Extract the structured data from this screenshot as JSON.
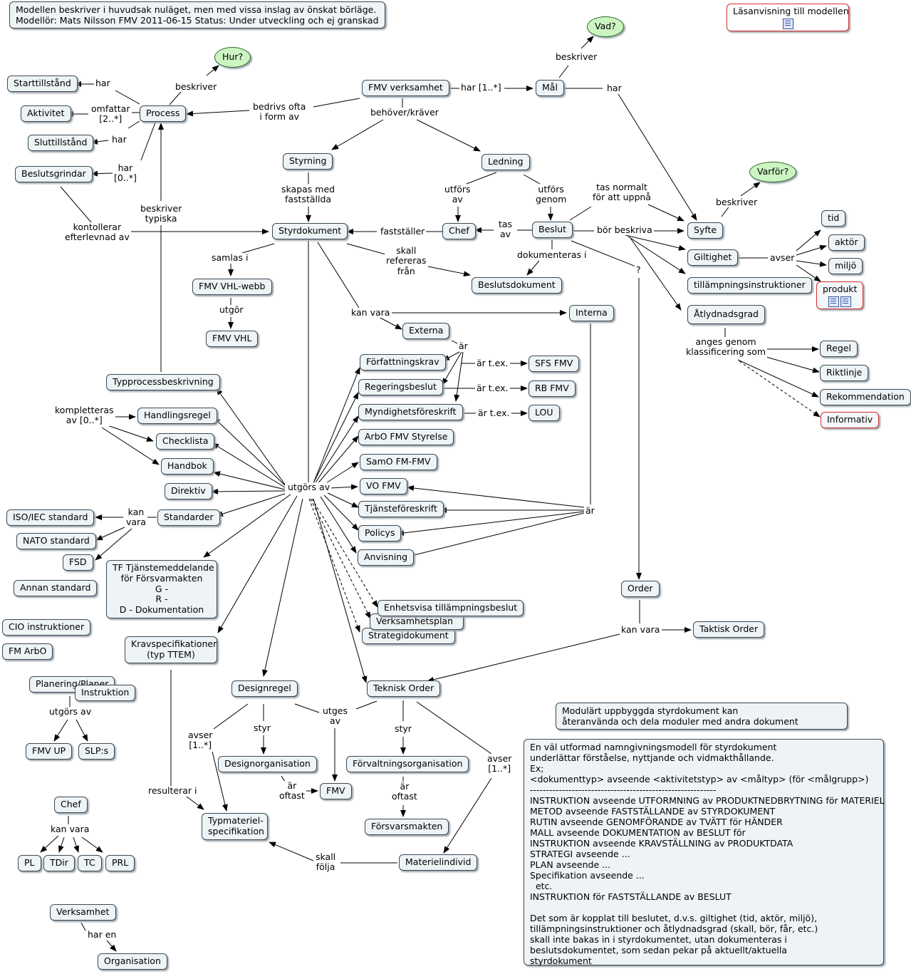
{
  "colors": {
    "node_fill": "#eef3f6",
    "node_border": "#3d4a55",
    "green_fill": "#ccf5c2",
    "red_border": "#d42e2e",
    "line": "#000000"
  },
  "icons": {
    "doc_resource": "document-icon",
    "map_resource": "concept-map-icon"
  },
  "nodes": {
    "header_note": "Modellen beskriver i huvudsak nuläget, men med vissa inslag av önskat börläge.\nModellör: Mats Nilsson FMV 2011-06-15 Status: Under utveckling och ej granskad",
    "lasanvisning": "Läsanvisning till modellen",
    "vad": "Vad?",
    "hur": "Hur?",
    "varfor": "Varför?",
    "starttillstand": "Starttillstånd",
    "aktivitet": "Aktivitet",
    "sluttillstand": "Sluttillstånd",
    "beslutsgrindar": "Beslutsgrindar",
    "process": "Process",
    "fmv_verksamhet": "FMV verksamhet",
    "mal": "Mål",
    "styrning": "Styrning",
    "ledning": "Ledning",
    "styrdokument": "Styrdokument",
    "chef": "Chef",
    "beslut": "Beslut",
    "syfte": "Syfte",
    "tid": "tid",
    "aktor": "aktör",
    "miljo": "miljö",
    "produkt": "produkt",
    "giltighet": "Giltighet",
    "tillampningsinstruktioner": "tillämpningsinstruktioner",
    "atlydnadsgrad": "Åtlydnadsgrad",
    "regel": "Regel",
    "riktlinje": "Riktlinje",
    "rekommendation": "Rekommendation",
    "informativ": "Informativ",
    "fmv_vhl_webb": "FMV VHL-webb",
    "fmv_vhl": "FMV VHL",
    "beslutsdokument": "Beslutsdokument",
    "interna": "Interna",
    "externa": "Externa",
    "forfattningskrav": "Författningskrav",
    "regeringsbeslut": "Regeringsbeslut",
    "myndighetsforeskrift": "Myndighetsföreskrift",
    "sfs_fmv": "SFS FMV",
    "rb_fmv": "RB FMV",
    "lou": "LOU",
    "arbo_fmv_styrelse": "ArbO FMV Styrelse",
    "samo": "SamO FM-FMV",
    "vo_fmv": "VO FMV",
    "tjansteforeskrift": "Tjänsteföreskrift",
    "policys": "Policys",
    "anvisning": "Anvisning",
    "typprocessbeskrivning": "Typprocessbeskrivning",
    "handlingsregel": "Handlingsregel",
    "checklista": "Checklista",
    "handbok": "Handbok",
    "direktiv": "Direktiv",
    "standarder": "Standarder",
    "iso_iec": "ISO/IEC standard",
    "nato": "NATO standard",
    "fsd": "FSD",
    "annan_standard": "Annan standard",
    "tf": "TF Tjänstemeddelande\nför Försvarmakten\nG -\nR -\nD - Dokumentation",
    "cio": "CIO instruktioner",
    "fm_arbo": "FM ArbO",
    "kravspec": "Kravspecifikationer\n(typ TTEM)",
    "enhetsvisa": "Enhetsvisa tillämpningsbeslut",
    "verksamhetsplan": "Verksamhetsplan",
    "strategidokument": "Strategidokument",
    "order": "Order",
    "taktisk_order": "Taktisk Order",
    "planering": "Planering/Planer",
    "instruktion": "Instruktion",
    "fmv_up": "FMV UP",
    "slps": "SLP:s",
    "designregel": "Designregel",
    "teknisk_order": "Teknisk Order",
    "designorganisation": "Designorganisation",
    "fmv": "FMV",
    "forvaltningsorganisation": "Förvaltningsorganisation",
    "forsvarsmakten": "Försvarsmakten",
    "typmateriel": "Typmateriel-\nspecifikation",
    "materielindivid": "Materielindivid",
    "chef2": "Chef",
    "pl": "PL",
    "tdir": "TDir",
    "tc": "TC",
    "prl": "PRL",
    "verksamhet": "Verksamhet",
    "organisation": "Organisation",
    "modulart": "Modulärt uppbyggda styrdokument kan\nåteranvända och dela moduler med andra dokument",
    "big_note": "En väl utformad namngivningsmodell för styrdokument\nunderlättar förståelse, nyttjande och vidmakthållande.\nEx;\n<dokumenttyp> avseende <aktivitetstyp> av <måltyp> (för <målgrupp>)\n----------------------------------------------------------\nINSTRUKTION avseende UTFORMNING av PRODUKTNEDBRYTNING för MATERIEL\nMETOD avseende FASTSTÄLLANDE av STYRDOKUMENT\nRUTIN avseende GENOMFÖRANDE av TVÄTT för HÄNDER\nMALL avseende DOKUMENTATION av BESLUT för\nINSTRUKTION avseende KRAVSTÄLLNING av PRODUKTDATA\nSTRATEGI avseende ...\nPLAN avseende ...\nSpecifikation avseende ...\n  etc.\nINSTRUKTION för FASTSTÄLLANDE av BESLUT\n\nDet som är kopplat till beslutet, d.v.s. giltighet (tid, aktör, miljö),\ntillämpningsinstruktioner och åtlydnadsgrad (skall, bör, får, etc.)\nskall inte bakas in i styrdokumentet, utan dokumenteras i\nbeslutsdokumentet, som sedan pekar på aktuellt/aktuella\nstyrdokument"
  },
  "links": {
    "har_start": "har",
    "omfattar": "omfattar\n[2..*]",
    "har_slut": "har",
    "har_grind": "har\n[0..*]",
    "beskriver_hur": "beskriver",
    "bedrivs": "bedrivs ofta\ni form av",
    "har_mal": "har [1..*]",
    "beskriver_vad": "beskriver",
    "har_syfte": "har",
    "behover": "behöver/kräver",
    "skapas": "skapas med\nfastställda",
    "utfors_av": "utförs\nav",
    "utfors_genom": "utförs\ngenom",
    "faststaller": "fastställer",
    "tas_av": "tas\nav",
    "tas_normalt": "tas normalt\nför att uppnå",
    "bor_beskriva": "bör beskriva",
    "beskriver_varfor": "beskriver",
    "avser": "avser",
    "dokumenteras": "dokumenteras i",
    "q": "?",
    "anges": "anges genom\nklassificering som",
    "kontollerar": "kontollerar\nefterlevnad av",
    "beskriver_typiska": "beskriver\ntypiska",
    "samlas": "samlas i",
    "utgor": "utgör",
    "skall_refereras": "skall\nrefereras\nfrån",
    "kan_vara_int": "kan vara",
    "ar_ext": "är",
    "ar_tex1": "är t.ex.",
    "ar_tex2": "är t.ex.",
    "ar_tex3": "är t.ex.",
    "ar_int": "är",
    "utgors_av": "utgörs av",
    "kompletteras": "kompletteras\nav [0..*]",
    "kan_vara_std": "kan\nvara",
    "kan_vara_order": "kan vara",
    "utgors_av2": "utgörs av",
    "avser_design": "avser\n[1..*]",
    "styr1": "styr",
    "utges_av": "utges\nav",
    "styr2": "styr",
    "avser_tek": "avser\n[1..*]",
    "ar_oftast1": "är\noftast",
    "ar_oftast2": "är\noftast",
    "resulterar": "resulterar i",
    "skall_folja": "skall\nfölja",
    "kan_vara_chef": "kan vara",
    "har_en": "har en"
  }
}
